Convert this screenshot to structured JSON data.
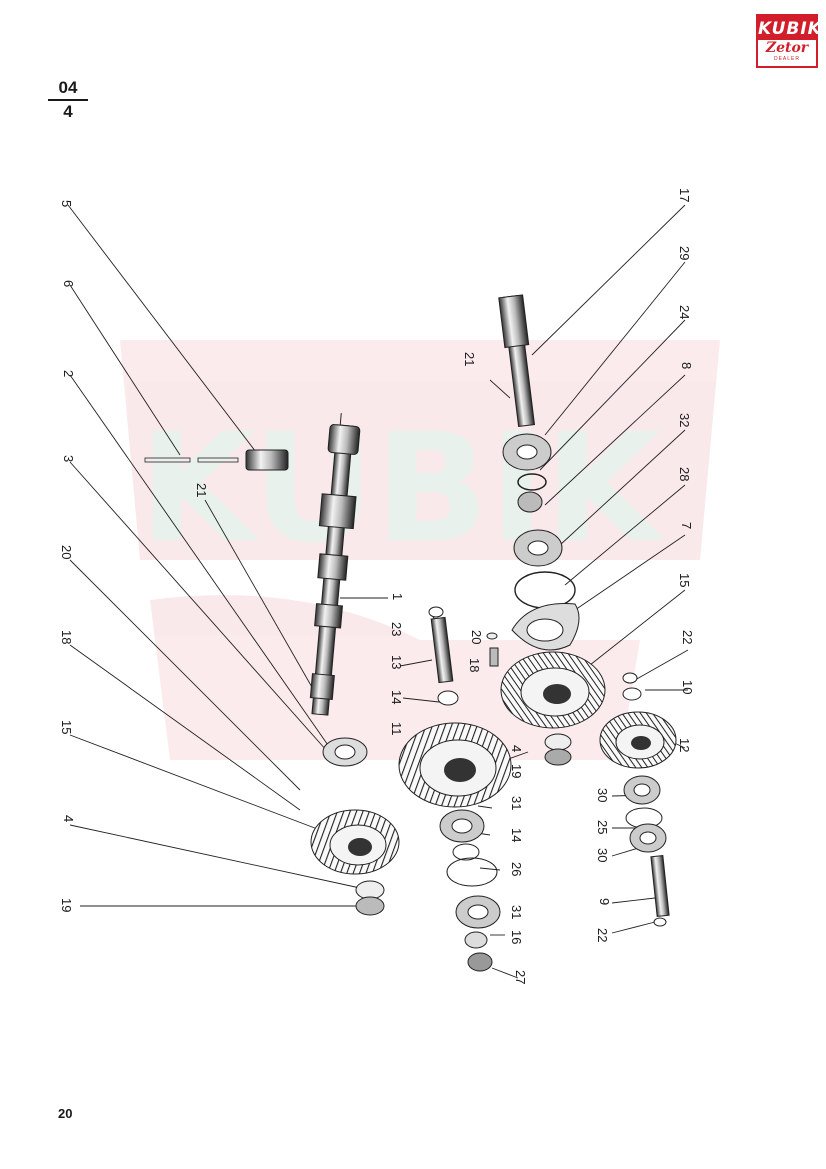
{
  "logo": {
    "top_text": "KUBIK",
    "brand": "Zetor",
    "sub": "DEALER"
  },
  "page_code": {
    "group": "04",
    "sheet": "4"
  },
  "page_number": "20",
  "watermark": "KUBIK",
  "callouts": [
    {
      "label": "5"
    },
    {
      "label": "6"
    },
    {
      "label": "2"
    },
    {
      "label": "3"
    },
    {
      "label": "20"
    },
    {
      "label": "18"
    },
    {
      "label": "15"
    },
    {
      "label": "4"
    },
    {
      "label": "19"
    },
    {
      "label": "21"
    },
    {
      "label": "1"
    },
    {
      "label": "23"
    },
    {
      "label": "13"
    },
    {
      "label": "14"
    },
    {
      "label": "11"
    },
    {
      "label": "20"
    },
    {
      "label": "18"
    },
    {
      "label": "4"
    },
    {
      "label": "19"
    },
    {
      "label": "31"
    },
    {
      "label": "14"
    },
    {
      "label": "26"
    },
    {
      "label": "31"
    },
    {
      "label": "16"
    },
    {
      "label": "27"
    },
    {
      "label": "21"
    },
    {
      "label": "17"
    },
    {
      "label": "29"
    },
    {
      "label": "24"
    },
    {
      "label": "8"
    },
    {
      "label": "32"
    },
    {
      "label": "28"
    },
    {
      "label": "7"
    },
    {
      "label": "15"
    },
    {
      "label": "22"
    },
    {
      "label": "10"
    },
    {
      "label": "12"
    },
    {
      "label": "30"
    },
    {
      "label": "25"
    },
    {
      "label": "30"
    },
    {
      "label": "9"
    },
    {
      "label": "22"
    }
  ]
}
